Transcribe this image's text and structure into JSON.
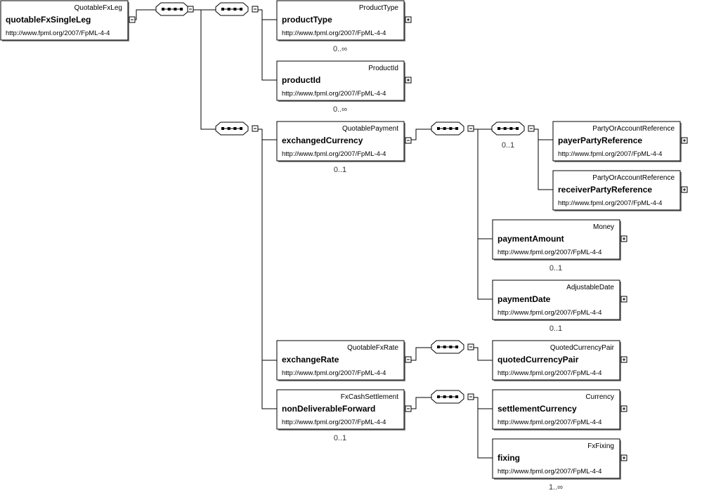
{
  "diagram": {
    "nodes": [
      {
        "id": "quotableFxSingleLeg",
        "type": "QuotableFxLeg",
        "name": "quotableFxSingleLeg",
        "ns": "http://www.fpml.org/2007/FpML-4-4",
        "toggle": "collapse",
        "multiplicity": ""
      },
      {
        "id": "productType",
        "type": "ProductType",
        "name": "productType",
        "ns": "http://www.fpml.org/2007/FpML-4-4",
        "toggle": "expand",
        "multiplicity": "0..∞"
      },
      {
        "id": "productId",
        "type": "ProductId",
        "name": "productId",
        "ns": "http://www.fpml.org/2007/FpML-4-4",
        "toggle": "expand",
        "multiplicity": "0..∞"
      },
      {
        "id": "exchangedCurrency",
        "type": "QuotablePayment",
        "name": "exchangedCurrency",
        "ns": "http://www.fpml.org/2007/FpML-4-4",
        "toggle": "collapse",
        "multiplicity": "0..1"
      },
      {
        "id": "payerPartyReference",
        "type": "PartyOrAccountReference",
        "name": "payerPartyReference",
        "ns": "http://www.fpml.org/2007/FpML-4-4",
        "toggle": "expand",
        "multiplicity": ""
      },
      {
        "id": "receiverPartyReference",
        "type": "PartyOrAccountReference",
        "name": "receiverPartyReference",
        "ns": "http://www.fpml.org/2007/FpML-4-4",
        "toggle": "expand",
        "multiplicity": ""
      },
      {
        "id": "paymentAmount",
        "type": "Money",
        "name": "paymentAmount",
        "ns": "http://www.fpml.org/2007/FpML-4-4",
        "toggle": "expand",
        "multiplicity": "0..1"
      },
      {
        "id": "paymentDate",
        "type": "AdjustableDate",
        "name": "paymentDate",
        "ns": "http://www.fpml.org/2007/FpML-4-4",
        "toggle": "expand",
        "multiplicity": "0..1"
      },
      {
        "id": "exchangeRate",
        "type": "QuotableFxRate",
        "name": "exchangeRate",
        "ns": "http://www.fpml.org/2007/FpML-4-4",
        "toggle": "collapse",
        "multiplicity": ""
      },
      {
        "id": "quotedCurrencyPair",
        "type": "QuotedCurrencyPair",
        "name": "quotedCurrencyPair",
        "ns": "http://www.fpml.org/2007/FpML-4-4",
        "toggle": "expand",
        "multiplicity": ""
      },
      {
        "id": "nonDeliverableForward",
        "type": "FxCashSettlement",
        "name": "nonDeliverableForward",
        "ns": "http://www.fpml.org/2007/FpML-4-4",
        "toggle": "collapse",
        "multiplicity": "0..1"
      },
      {
        "id": "settlementCurrency",
        "type": "Currency",
        "name": "settlementCurrency",
        "ns": "http://www.fpml.org/2007/FpML-4-4",
        "toggle": "expand",
        "multiplicity": ""
      },
      {
        "id": "fixing",
        "type": "FxFixing",
        "name": "fixing",
        "ns": "http://www.fpml.org/2007/FpML-4-4",
        "toggle": "expand",
        "multiplicity": "1..∞"
      }
    ],
    "compositors": [
      {
        "id": "seq-root",
        "kind": "sequence",
        "multiplicity": ""
      },
      {
        "id": "seq-product",
        "kind": "sequence",
        "multiplicity": ""
      },
      {
        "id": "seq-leg",
        "kind": "sequence",
        "multiplicity": ""
      },
      {
        "id": "seq-payment",
        "kind": "sequence",
        "multiplicity": ""
      },
      {
        "id": "seq-parties",
        "kind": "sequence",
        "multiplicity": "0..1"
      },
      {
        "id": "seq-rate",
        "kind": "sequence",
        "multiplicity": ""
      },
      {
        "id": "seq-settlement",
        "kind": "sequence",
        "multiplicity": ""
      }
    ]
  }
}
